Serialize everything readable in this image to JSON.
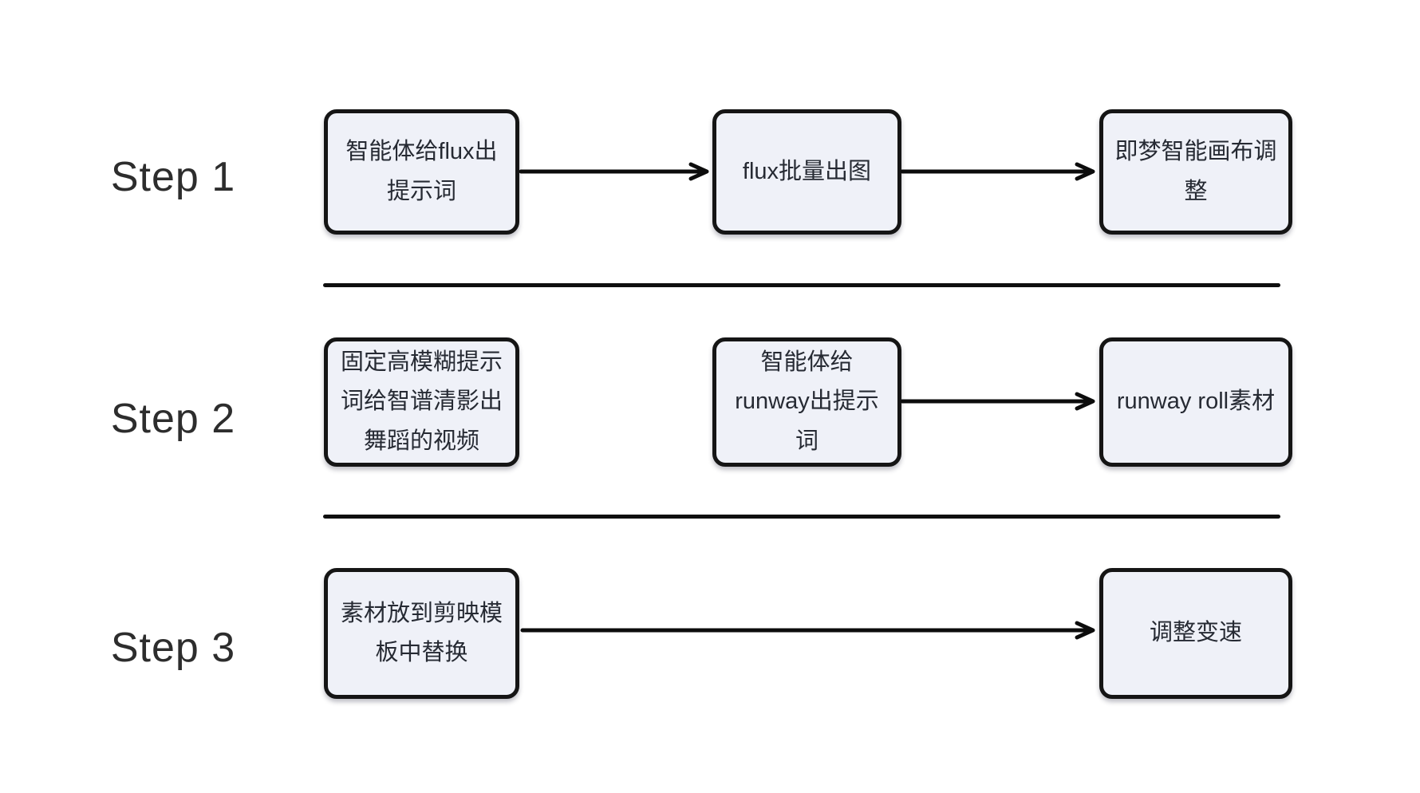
{
  "colors": {
    "background": "#ffffff",
    "node_fill": "#eff1f8",
    "node_border": "#151515",
    "node_text": "#262a33",
    "divider": "#0f0f0f",
    "arrow": "#0c0c0c"
  },
  "steps": [
    {
      "label": "Step 1",
      "nodes": [
        {
          "text": "智能体给flux出提示词"
        },
        {
          "text": "flux批量出图"
        },
        {
          "text": "即梦智能画布调整"
        }
      ],
      "connections": [
        {
          "from": 0,
          "to": 1
        },
        {
          "from": 1,
          "to": 2
        }
      ]
    },
    {
      "label": "Step 2",
      "nodes": [
        {
          "text": "固定高模糊提示词给智谱清影出舞蹈的视频"
        },
        {
          "text": "智能体给runway出提示词"
        },
        {
          "text": "runway roll素材"
        }
      ],
      "connections": [
        {
          "from": 1,
          "to": 2
        }
      ]
    },
    {
      "label": "Step 3",
      "nodes": [
        {
          "text": "素材放到剪映模板中替换"
        },
        {
          "text": "调整变速"
        }
      ],
      "connections": [
        {
          "from": 0,
          "to": 1
        }
      ]
    }
  ]
}
